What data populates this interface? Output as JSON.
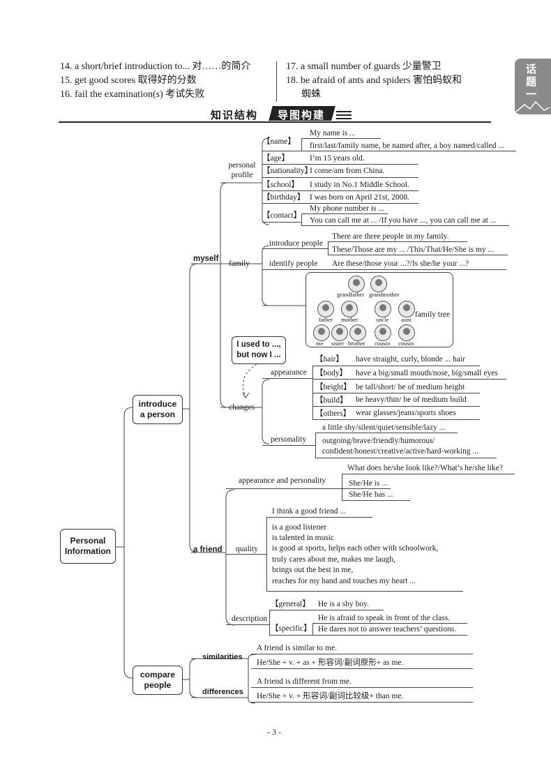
{
  "vocab": {
    "v14": "14. a short/brief introduction to... 对……的简介",
    "v15": "15. get good scores  取得好的分数",
    "v16": "16. fail the examination(s)  考试失败",
    "v17": "17. a small number of guards 少量警卫",
    "v18a": "18. be afraid of ants and spiders  害怕蚂蚁和",
    "v18b": "蜘蛛"
  },
  "side_tab": "话题一",
  "section_title": {
    "left": "知识结构",
    "right": "导图构建"
  },
  "root": {
    "line1": "Personal",
    "line2": "Information"
  },
  "introduce": {
    "line1": "introduce",
    "line2": "a person"
  },
  "compare": {
    "line1": "compare",
    "line2": "people"
  },
  "myself": "myself",
  "a_friend": "a friend",
  "personal_profile": {
    "line1": "personal",
    "line2": "profile"
  },
  "profile": {
    "name_tag": "【name】",
    "name_1": "My name is ...",
    "name_2": "first/last/family name, be named after, a boy named/called ...",
    "age_tag": "【age】",
    "age_1": "I’m 15 years old.",
    "nationality_tag": "【nationality】",
    "nationality_1": "I come/am from China.",
    "school_tag": "【school】",
    "school_1": "I study in  No.1 Middle School.",
    "birthday_tag": "【birthday】",
    "birthday_1": "I was born on April 21st, 2008.",
    "contact_tag": "【contact】",
    "contact_1": "My phone number is ...",
    "contact_2": "You can call me at ... /If you have ..., you can call me at ..."
  },
  "family": {
    "label": "family",
    "introduce_people": "introduce people",
    "intro_1": "There are three people in my family.",
    "intro_2": "These/Those are my ... /This/That/He/She is my ...",
    "identify_people": "identify people",
    "identify_1": "Are these/those your ...?/Is she/he your ...?",
    "tree_label": "family tree",
    "members": {
      "grandfather": "grandfather",
      "grandmother": "grandmother",
      "father": "father",
      "mother": "mother",
      "uncle": "uncle",
      "aunt": "aunt",
      "me": "me",
      "sister": "sister",
      "brother": "brother",
      "cousin1": "cousin",
      "cousin2": "cousin"
    }
  },
  "used_to": {
    "line1": "I used to ...,",
    "line2": "but now I ..."
  },
  "changes": {
    "label": "changes",
    "appearance": "appearance",
    "hair_tag": "【hair】",
    "hair_1": "have straight, curly, blonde ... hair",
    "body_tag": "【body】",
    "body_1": "have a big/small mouth/nose, big/small eyes",
    "height_tag": "【height】",
    "height_1": "be tall/short/ be of medium height",
    "build_tag": "【build】",
    "build_1": "be heavy/thin/ be of medium build",
    "others_tag": "【others】",
    "others_1": "wear glasses/jeans/sports shoes",
    "personality": "personality",
    "pers_1": "a little shy/silent/quiet/sensible/lazy ...",
    "pers_2": "outgoing/brave/friendly/humorous/",
    "pers_3": "confident/honest/creative/active/hard-working ..."
  },
  "friend": {
    "ap_label": "appearance and personality",
    "ap_1": "What does he/she look like?/What’s he/she like?",
    "ap_2": "She/He is ...",
    "ap_3": "She/He has ...",
    "quality": "quality",
    "q_1": "I think a good friend ...",
    "q_2": "is a good listener",
    "q_3": "is talented in music",
    "q_4": "is good at sports, helps each other with schoolwork,",
    "q_5": "truly cares about me, makes me laugh,",
    "q_6": "brings out the best in me,",
    "q_7": "reaches for my hand and touches my heart ...",
    "description": "description",
    "general_tag": "【general】",
    "general_1": "He is a shy boy.",
    "specific_tag": "【specific】",
    "specific_1": "He is afraid to speak in front of the class.",
    "specific_2": "He dares not to answer teachers’ questions."
  },
  "compare_people": {
    "similarities": "similarities",
    "sim_1": "A friend is similar to me.",
    "sim_2": "He/She + v. + as + 形容词/副词原形+ as me.",
    "differences": "differences",
    "diff_1": "A friend is different from me.",
    "diff_2": "He/She + v. + 形容词/副词比较级+ than me."
  },
  "page_number": "- 3 -"
}
